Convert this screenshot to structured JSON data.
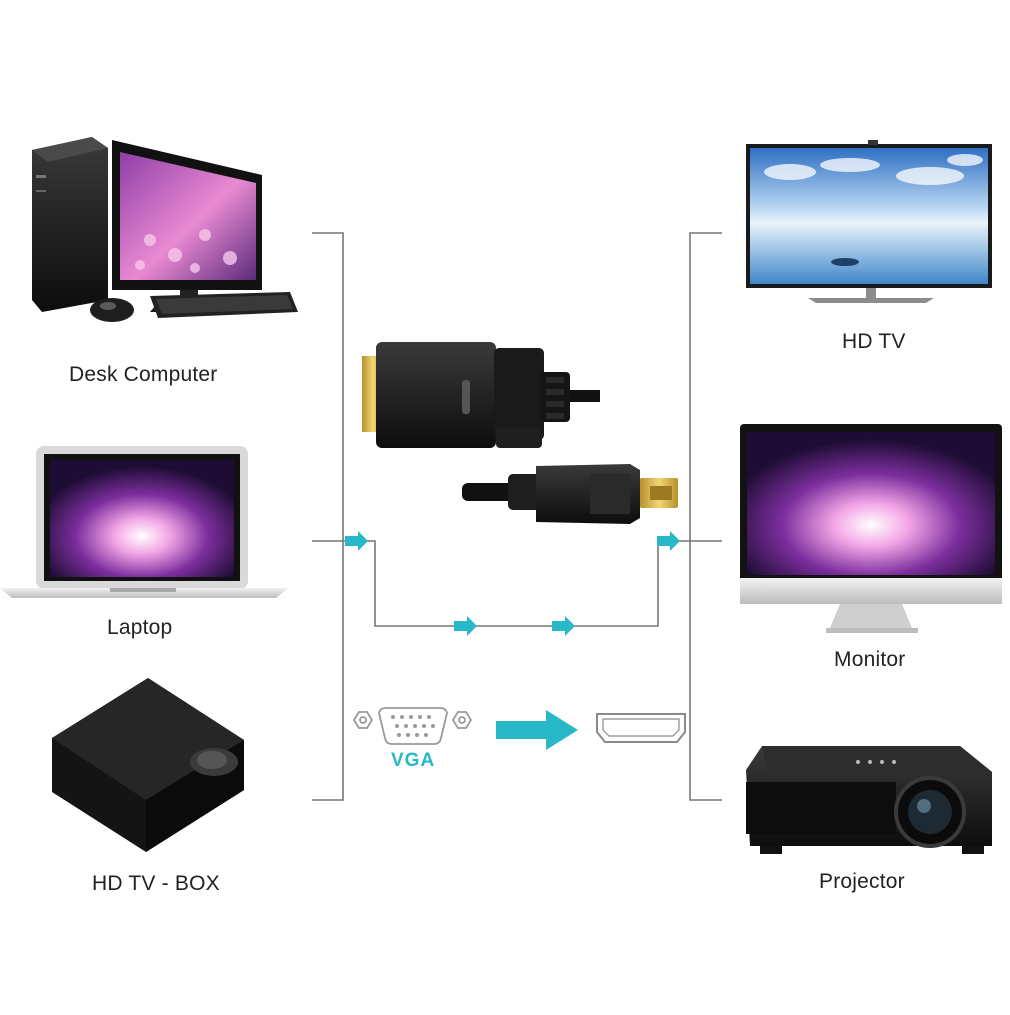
{
  "devices": {
    "sources": [
      {
        "id": "desk-computer",
        "label": "Desk Computer"
      },
      {
        "id": "laptop",
        "label": "Laptop"
      },
      {
        "id": "hd-tv-box",
        "label": "HD TV - BOX"
      }
    ],
    "displays": [
      {
        "id": "hd-tv",
        "label": "HD TV"
      },
      {
        "id": "monitor",
        "label": "Monitor"
      },
      {
        "id": "projector",
        "label": "Projector"
      }
    ]
  },
  "conversion": {
    "input_port_label": "VGA"
  },
  "colors": {
    "accent": "#29b8c8",
    "line": "#777777",
    "device_dark": "#1c1c1c",
    "gold": "#d8b440"
  }
}
